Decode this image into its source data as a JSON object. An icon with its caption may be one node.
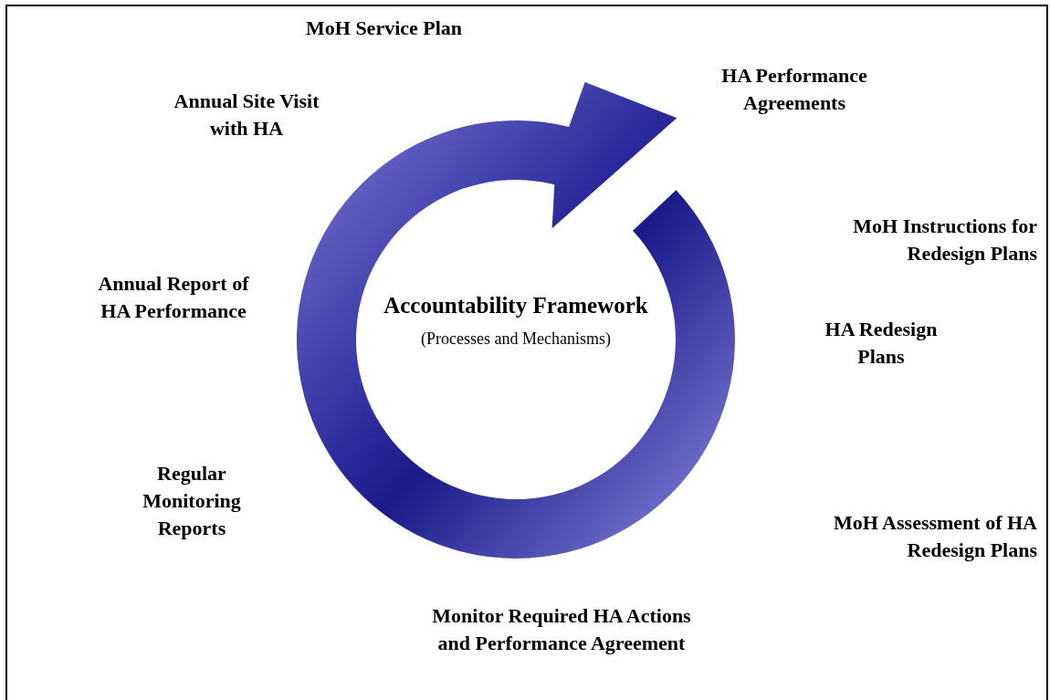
{
  "diagram": {
    "labels": [
      "MoH Service Plan",
      "HA Performance Agreements",
      "Annual Site Visit with HA",
      "MoH Instructions for Redesign Plans",
      "Annual Report of HA Performance",
      "Accountability Framework",
      "(Processes and Mechanisms)",
      "HA Redesign Plans",
      "Regular Monitoring Reports",
      "MoH Assessment of HA Redesign Plans",
      "Monitor Required HA Actions and Performance Agreement"
    ]
  }
}
